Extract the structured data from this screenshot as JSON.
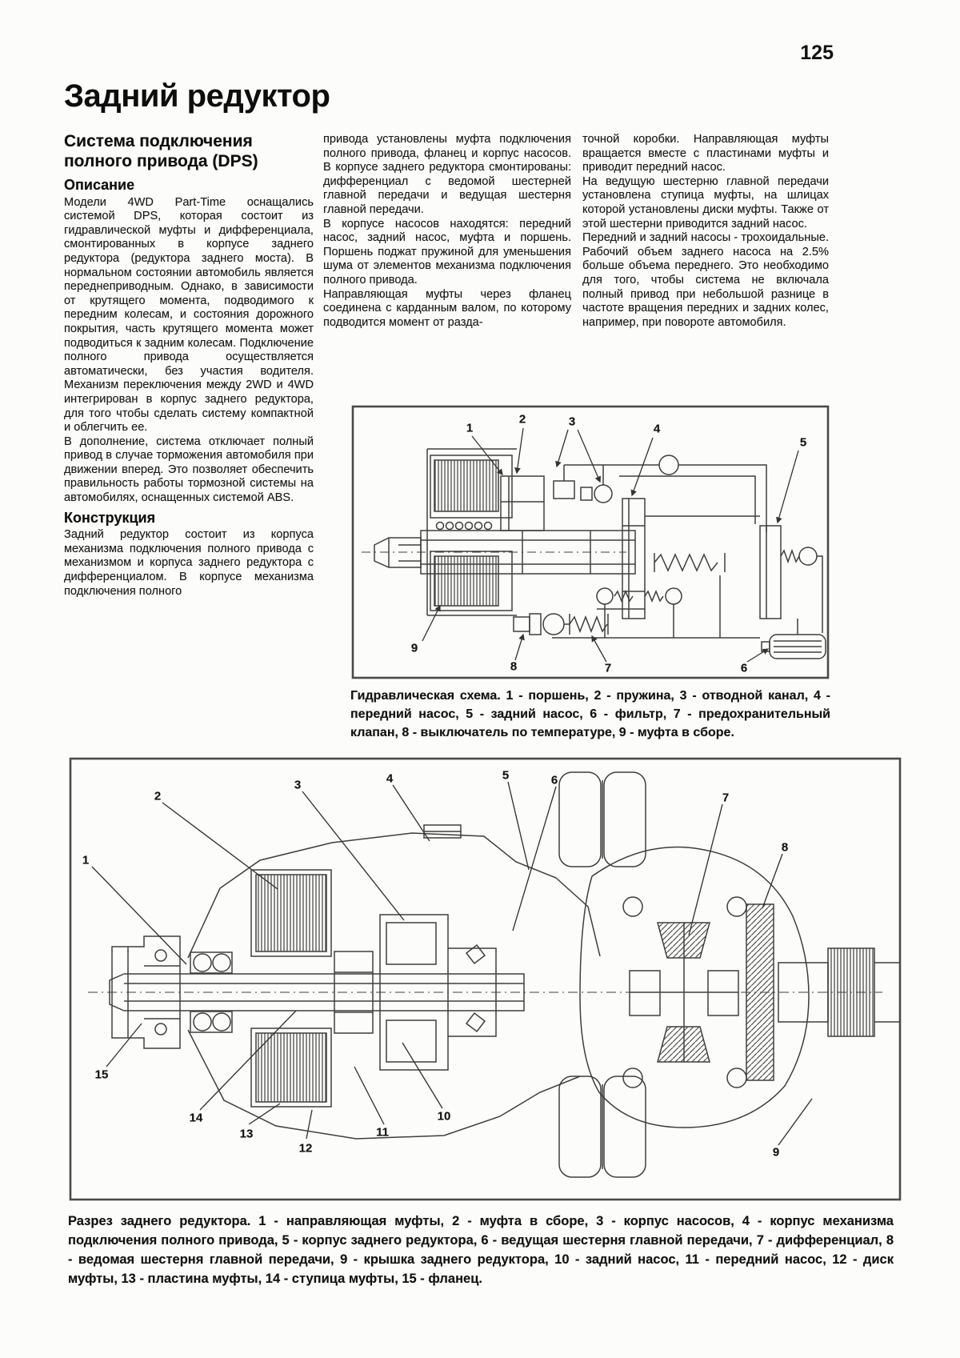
{
  "page_number": "125",
  "title": "Задний редуктор",
  "left": {
    "section_heading": "Система подключения полного привода (DPS)",
    "h_desc": "Описание",
    "p1": "Модели 4WD Part-Time оснащались системой DPS, которая состоит из гидравлической муфты и дифференциала, смонтированных в корпусе заднего редуктора (редуктора заднего моста). В нормальном состоянии автомобиль является переднеприводным. Однако, в зависимости от крутящего момента, подводимого к передним колесам, и состояния дорожного покрытия, часть крутящего момента может подводиться к задним колесам. Подключение полного привода осуществляется автоматически, без участия водителя. Механизм переключения между 2WD и 4WD интегрирован в корпус заднего редуктора, для того чтобы сделать систему компактной и облегчить ее.",
    "p2": "В дополнение, система отключает полный привод в случае торможения автомобиля при движении вперед. Это позволяет обеспечить правильность работы тормозной системы на автомобилях, оснащенных системой ABS.",
    "h_constr": "Конструкция",
    "p3": "Задний редуктор состоит из корпуса механизма подключения полного привода с механизмом и корпуса заднего редуктора с дифференциалом. В корпусе механизма подключения полного"
  },
  "middle": {
    "p1": "привода установлены муфта подключения полного привода, фланец и корпус насосов. В корпусе заднего редуктора смонтированы: дифференциал с ведомой шестерней главной передачи и ведущая шестерня главной передачи.",
    "p2": "В корпусе насосов находятся: передний насос, задний насос, муфта и поршень. Поршень поджат пружиной для уменьшения шума от элементов механизма подключения полного привода.",
    "p3": "Направляющая муфты через фланец соединена с карданным валом, по которому подводится момент от разда-"
  },
  "right": {
    "p1": "точной коробки. Направляющая муфты вращается вместе с пластинами муфты и приводит передний насос.",
    "p2": "На ведущую шестерню главной передачи установлена ступица муфты, на шлицах которой установлены диски муфты. Также от этой шестерни приводится задний насос.",
    "p3": "Передний и задний насосы - трохоидальные. Рабочий объем заднего насоса на 2.5% больше объема переднего. Это необходимо для того, чтобы система не включала полный привод при небольшой разнице в частоте вращения передних и задних колес, например, при повороте автомобиля."
  },
  "figures": {
    "hydraulic": {
      "caption": "Гидравлическая схема. 1 - поршень, 2 - пружина, 3 - отводной канал, 4 - передний насос, 5 - задний насос, 6 - фильтр, 7 - предохранительный клапан, 8 - выключатель по температуре, 9 - муфта в сборе.",
      "callouts": [
        "1",
        "2",
        "3",
        "4",
        "5",
        "6",
        "7",
        "8",
        "9"
      ]
    },
    "cross_section": {
      "caption": "Разрез заднего редуктора. 1 - направляющая муфты, 2 - муфта в сборе, 3 - корпус насосов, 4 - корпус механизма подключения полного привода, 5 - корпус заднего редуктора, 6 - ведущая шестерня главной передачи, 7 - дифференциал, 8 - ведомая шестерня главной передачи, 9 - крышка заднего редуктора, 10 - задний насос, 11 - передний насос, 12 - диск муфты, 13 - пластина муфты, 14 - ступица муфты, 15 - фланец.",
      "callouts": [
        "1",
        "2",
        "3",
        "4",
        "5",
        "6",
        "7",
        "8",
        "9",
        "10",
        "11",
        "12",
        "13",
        "14",
        "15"
      ]
    }
  }
}
